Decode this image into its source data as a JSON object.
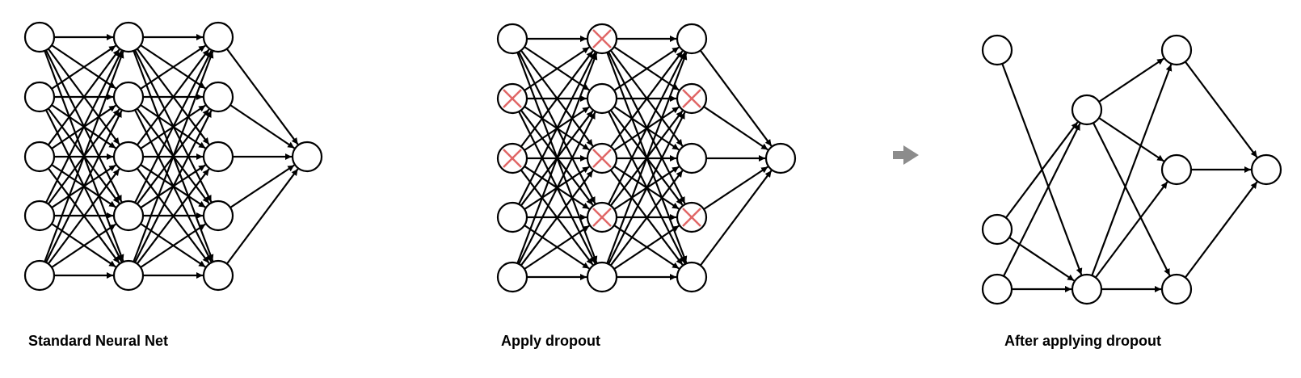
{
  "colors": {
    "edge": "#000000",
    "node_fill": "#ffffff",
    "node_stroke": "#000000",
    "dropped_mark": "#e06666",
    "transition_arrow": "#8c8c8c"
  },
  "transition_icon": "right-arrow-icon",
  "panels": [
    {
      "caption": "Standard Neural Net",
      "layers": [
        5,
        5,
        5,
        1
      ],
      "dropped": []
    },
    {
      "caption": "Apply dropout",
      "layers": [
        5,
        5,
        5,
        1
      ],
      "dropped": [
        [
          0,
          1
        ],
        [
          0,
          2
        ],
        [
          1,
          0
        ],
        [
          1,
          2
        ],
        [
          1,
          3
        ],
        [
          2,
          1
        ],
        [
          2,
          3
        ]
      ]
    },
    {
      "caption": "After applying dropout",
      "layers": [
        3,
        2,
        3,
        1
      ],
      "dropped": []
    }
  ]
}
